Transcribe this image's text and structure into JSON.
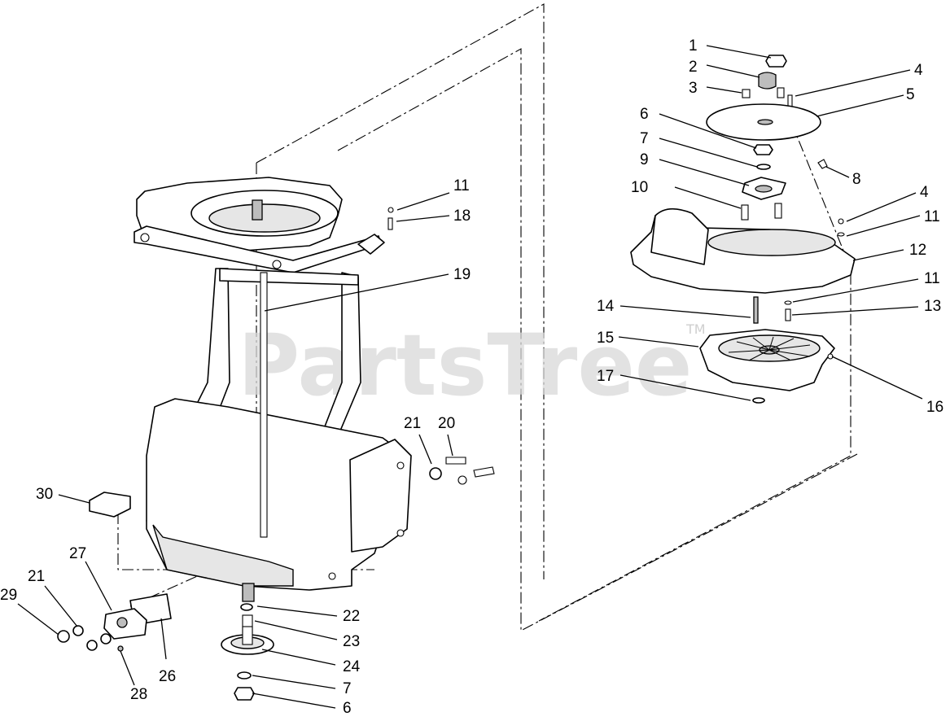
{
  "watermark": {
    "text": "PartsTree",
    "trademark": "TM"
  },
  "callouts": [
    {
      "id": "c1",
      "label": "1"
    },
    {
      "id": "c2",
      "label": "2"
    },
    {
      "id": "c3",
      "label": "3"
    },
    {
      "id": "c4a",
      "label": "4"
    },
    {
      "id": "c5",
      "label": "5"
    },
    {
      "id": "c6a",
      "label": "6"
    },
    {
      "id": "c7a",
      "label": "7"
    },
    {
      "id": "c8",
      "label": "8"
    },
    {
      "id": "c9",
      "label": "9"
    },
    {
      "id": "c10",
      "label": "10"
    },
    {
      "id": "c4b",
      "label": "4"
    },
    {
      "id": "c11a",
      "label": "11"
    },
    {
      "id": "c12",
      "label": "12"
    },
    {
      "id": "c11b",
      "label": "11"
    },
    {
      "id": "c13",
      "label": "13"
    },
    {
      "id": "c14",
      "label": "14"
    },
    {
      "id": "c15",
      "label": "15"
    },
    {
      "id": "c16",
      "label": "16"
    },
    {
      "id": "c17",
      "label": "17"
    },
    {
      "id": "c11c",
      "label": "11"
    },
    {
      "id": "c18",
      "label": "18"
    },
    {
      "id": "c19",
      "label": "19"
    },
    {
      "id": "c21a",
      "label": "21"
    },
    {
      "id": "c20",
      "label": "20"
    },
    {
      "id": "c30",
      "label": "30"
    },
    {
      "id": "c27",
      "label": "27"
    },
    {
      "id": "c21b",
      "label": "21"
    },
    {
      "id": "c29",
      "label": "29"
    },
    {
      "id": "c22",
      "label": "22"
    },
    {
      "id": "c23",
      "label": "23"
    },
    {
      "id": "c24",
      "label": "24"
    },
    {
      "id": "c7b",
      "label": "7"
    },
    {
      "id": "c6b",
      "label": "6"
    },
    {
      "id": "c26",
      "label": "26"
    },
    {
      "id": "c28",
      "label": "28"
    }
  ]
}
